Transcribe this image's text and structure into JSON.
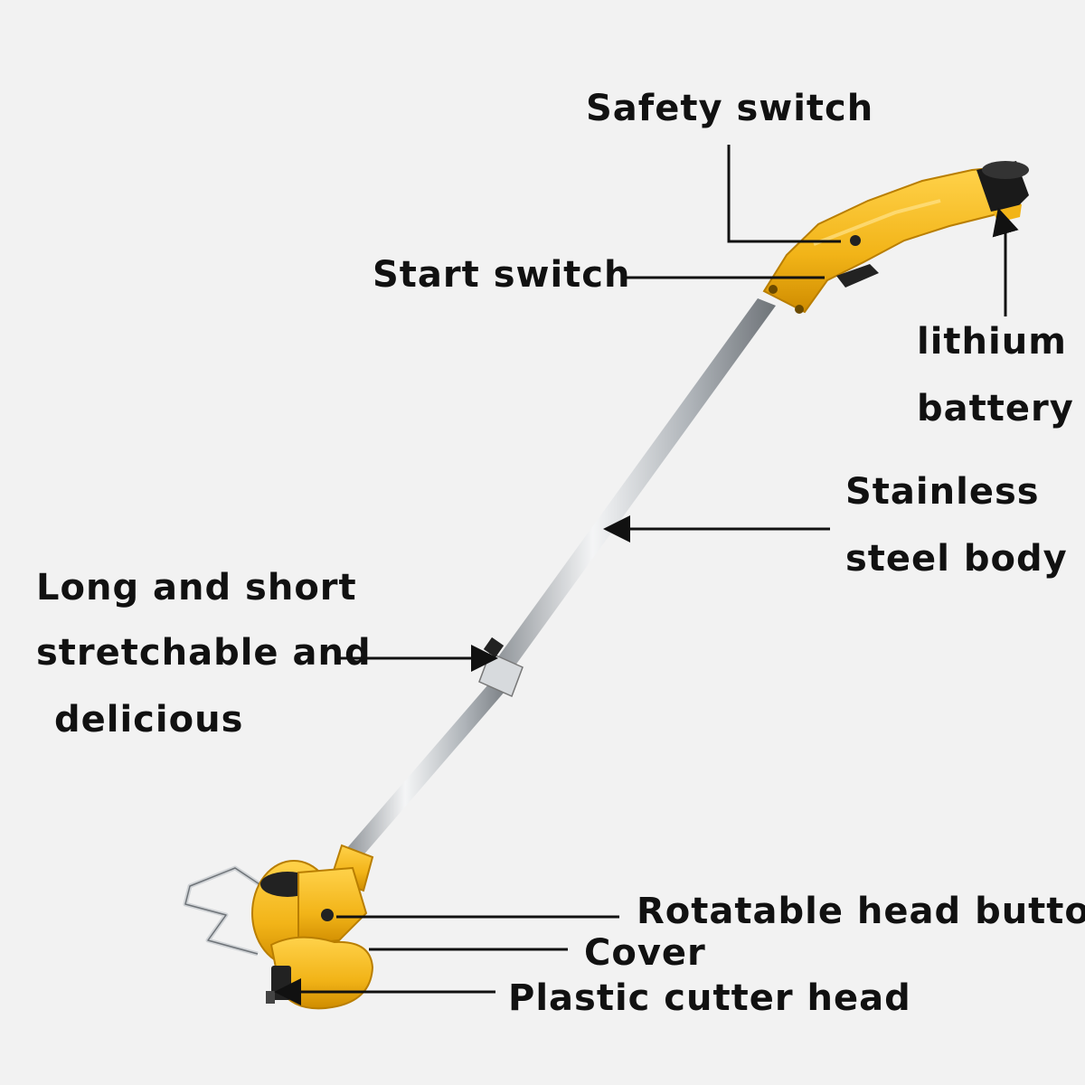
{
  "labels": {
    "safety_switch": "Safety switch",
    "start_switch": "Start switch",
    "lithium_battery_line1": "lithium",
    "lithium_battery_line2": "battery",
    "stainless_line1": "Stainless",
    "stainless_line2": "steel body",
    "stretch_line1": "Long and short",
    "stretch_line2": "stretchable and",
    "stretch_line3": "delicious",
    "rotatable_head_button": "Rotatable head button",
    "cover": "Cover",
    "plastic_cutter_head": "Plastic cutter head"
  },
  "colors": {
    "background": "#f2f2f2",
    "tool_body": "#f2b418",
    "tool_body_dark": "#d89400",
    "steel": "#c9cdd2",
    "battery": "#1a1a1a",
    "leader_line": "#111111"
  }
}
